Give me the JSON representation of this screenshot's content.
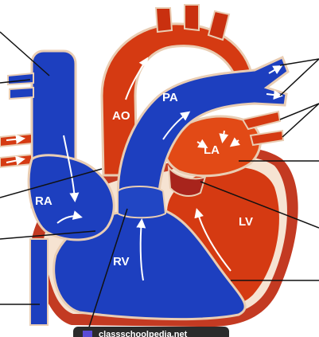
{
  "labels": {
    "ao": "AO",
    "pa": "PA",
    "la": "LA",
    "ra": "RA",
    "lv": "LV",
    "rv": "RV"
  },
  "watermark": "classschoolpedia.net",
  "colors": {
    "deoxygenated": "#1d3fbf",
    "oxygenated": "#d53a12",
    "septum": "#a8241c",
    "outline": "#e9cdb3",
    "arrow": "#ffffff",
    "leader": "#111111"
  }
}
